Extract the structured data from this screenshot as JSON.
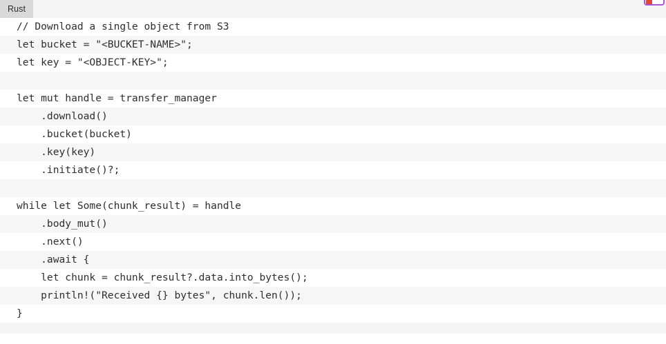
{
  "tabbar": {
    "language_tab_label": "Rust",
    "copy_widget": {
      "border_color": "#a855d8",
      "marker_color": "#e8443a"
    }
  },
  "theme": {
    "header_bg": "#f5f5f5",
    "tab_bg": "#d9d9d9",
    "row_bg_odd": "#ffffff",
    "row_bg_even": "#f6f6f6",
    "code_text": "#2e2e2e"
  },
  "code": {
    "language": "Rust",
    "lines": [
      "// Download a single object from S3",
      "let bucket = \"<BUCKET-NAME>\";",
      "let key = \"<OBJECT-KEY>\";",
      "",
      "let mut handle = transfer_manager",
      "    .download()",
      "    .bucket(bucket)",
      "    .key(key)",
      "    .initiate()?;",
      "",
      "while let Some(chunk_result) = handle",
      "    .body_mut()",
      "    .next()",
      "    .await {",
      "    let chunk = chunk_result?.data.into_bytes();",
      "    println!(\"Received {} bytes\", chunk.len());",
      "}"
    ]
  }
}
